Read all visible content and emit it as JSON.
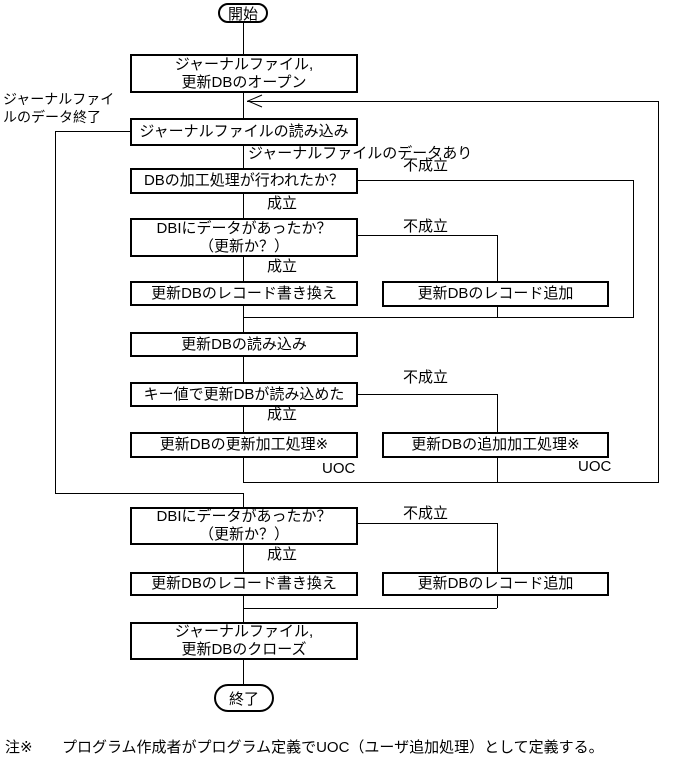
{
  "colors": {
    "line": "#000000",
    "background": "#ffffff"
  },
  "diagram": {
    "start": "開始",
    "end": "終了",
    "boxes": {
      "open": "ジャーナルファイル,\n更新DBのオープン",
      "read_journal": "ジャーナルファイルの読み込み",
      "db_processed": "DBの加工処理が行われたか？",
      "dbi1": "DBIにデータがあったか？\n（更新か？）",
      "rewrite1": "更新DBのレコード書き換え",
      "append1": "更新DBのレコード追加",
      "read_db": "更新DBの読み込み",
      "key_read": "キー値で更新DBが読み込めた",
      "update_proc": "更新DBの更新加工処理※",
      "append_proc": "更新DBの追加加工処理※",
      "dbi2": "DBIにデータがあったか？\n（更新か？）",
      "rewrite2": "更新DBのレコード書き換え",
      "append2": "更新DBのレコード追加",
      "close": "ジャーナルファイル,\n更新DBのクローズ"
    },
    "labels": {
      "journal_end": "ジャーナルファイ\nルのデータ終了",
      "journal_data": "ジャーナルファイルのデータあり",
      "ok": "成立",
      "ng": "不成立",
      "uoc": "UOC"
    },
    "note": {
      "prefix": "注※",
      "text": "プログラム作成者がプログラム定義でUOC（ユーザ追加処理）として定義する。"
    }
  }
}
